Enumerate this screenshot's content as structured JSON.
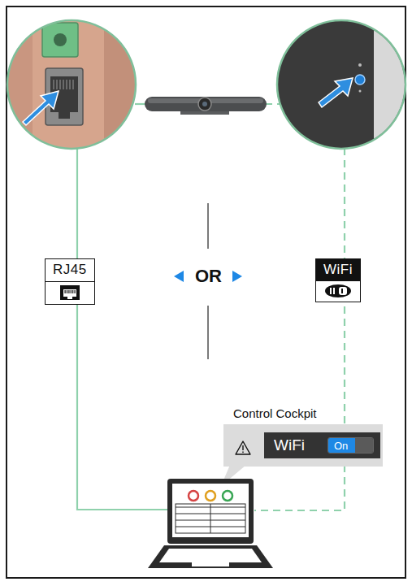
{
  "diagram": {
    "nodes": [
      {
        "text": [
          "RJ45"
        ]
      },
      {
        "text": [
          "WiFi"
        ]
      },
      {
        "text": [
          "Control Cockpit"
        ]
      },
      {
        "text": [
          "WiFi"
        ],
        "in": 2
      },
      {
        "text": [
          "On"
        ],
        "in": 3
      }
    ],
    "labels": [
      "OR"
    ]
  }
}
